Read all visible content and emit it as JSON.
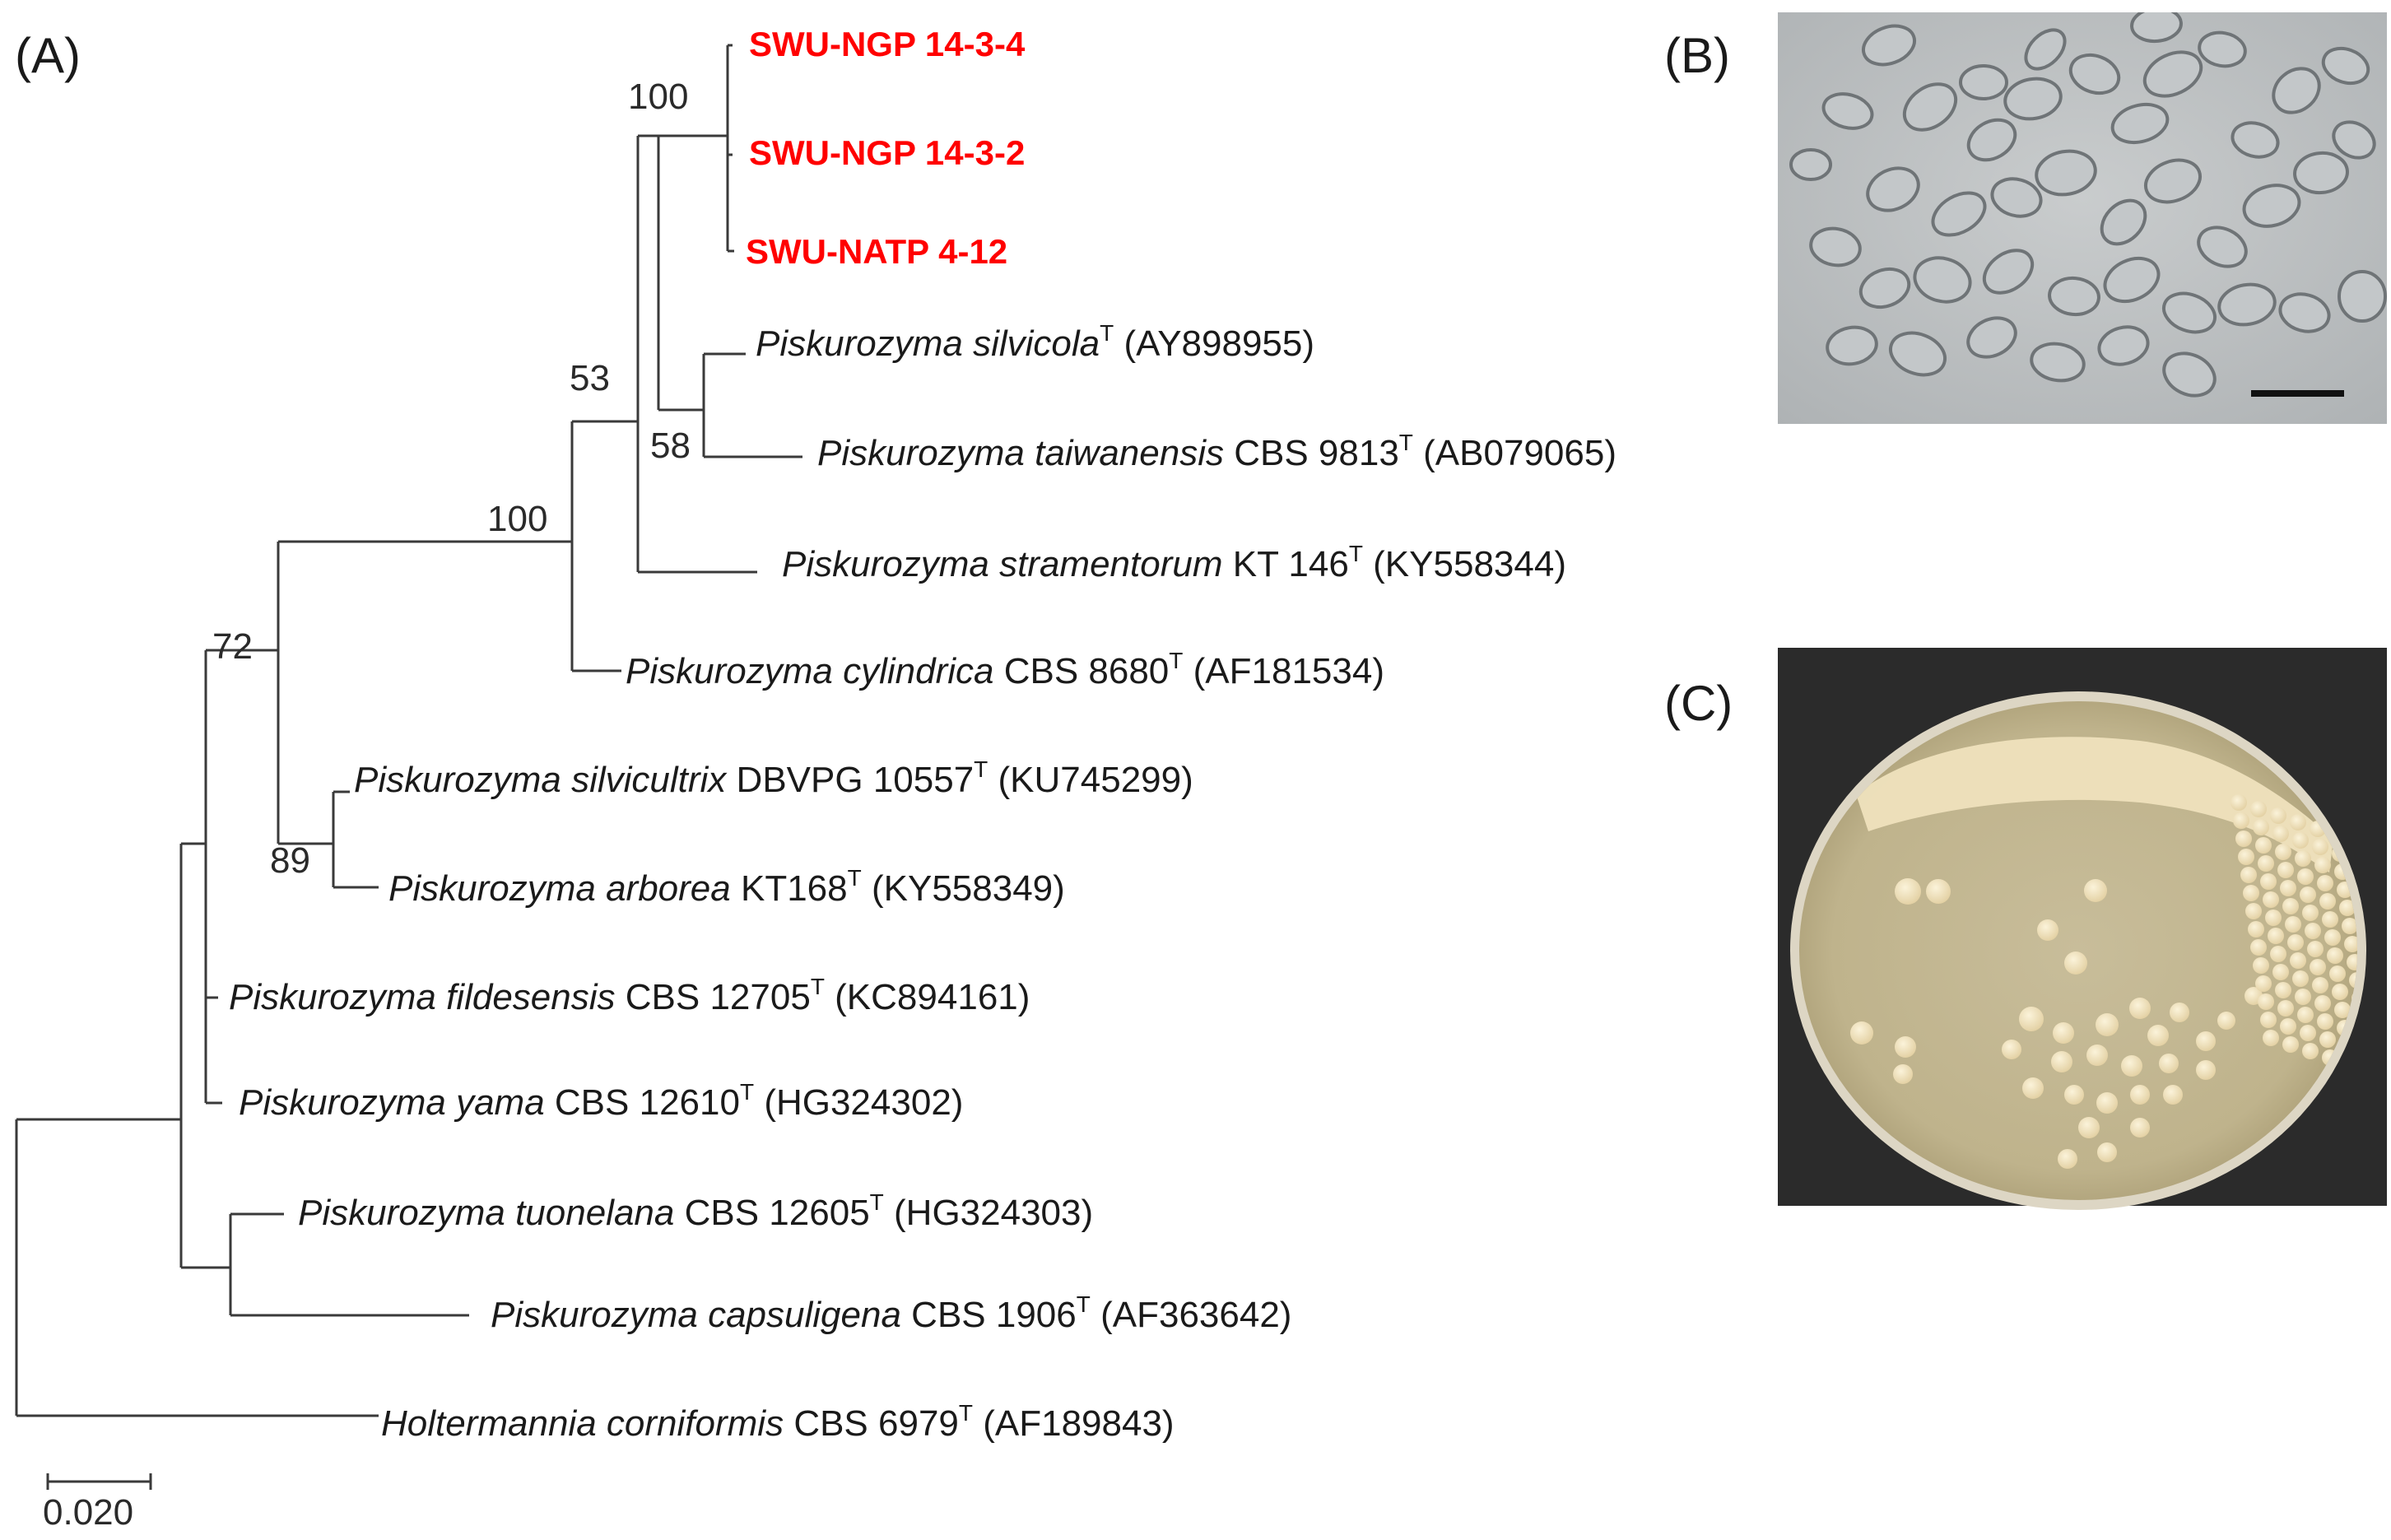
{
  "panels": {
    "a_label": "(A)",
    "b_label": "(B)",
    "c_label": "(C)"
  },
  "tree": {
    "taxa": [
      {
        "id": "t1",
        "strain": "SWU-NGP 14-3-4",
        "highlight": true
      },
      {
        "id": "t2",
        "strain": "SWU-NGP 14-3-2",
        "highlight": true
      },
      {
        "id": "t3",
        "strain": "SWU-NATP 4-12",
        "highlight": true
      },
      {
        "id": "t4",
        "genus": "Piskurozyma",
        "species": "silvicola",
        "strain": "",
        "accession": "(AY898955)"
      },
      {
        "id": "t5",
        "genus": "Piskurozyma",
        "species": "taiwanensis",
        "strain": "CBS 9813",
        "accession": "(AB079065)"
      },
      {
        "id": "t6",
        "genus": "Piskurozyma",
        "species": "stramentorum",
        "strain": "KT 146",
        "accession": "(KY558344)"
      },
      {
        "id": "t7",
        "genus": "Piskurozyma",
        "species": "cylindrica",
        "strain": "CBS 8680",
        "accession": "(AF181534)"
      },
      {
        "id": "t8",
        "genus": "Piskurozyma",
        "species": "silvicultrix",
        "strain": "DBVPG 10557",
        "accession": "(KU745299)"
      },
      {
        "id": "t9",
        "genus": "Piskurozyma",
        "species": "arborea",
        "strain": "KT168",
        "accession": "(KY558349)"
      },
      {
        "id": "t10",
        "genus": "Piskurozyma",
        "species": "fildesensis",
        "strain": "CBS 12705",
        "accession": "(KC894161)"
      },
      {
        "id": "t11",
        "genus": "Piskurozyma",
        "species": "yama",
        "strain": "CBS 12610",
        "accession": "(HG324302)"
      },
      {
        "id": "t12",
        "genus": "Piskurozyma",
        "species": "tuonelana",
        "strain": "CBS 12605",
        "accession": "(HG324303)"
      },
      {
        "id": "t13",
        "genus": "Piskurozyma",
        "species": "capsuligena",
        "strain": "CBS 1906",
        "accession": "(AF363642)"
      },
      {
        "id": "t14",
        "genus": "Holtermannia",
        "species": "corniformis",
        "strain": "CBS 6979",
        "accession": "(AF189843)"
      }
    ],
    "type_marker": "T",
    "bootstrap": [
      {
        "node": "n_swu",
        "value": "100"
      },
      {
        "node": "n_53",
        "value": "53"
      },
      {
        "node": "n_58",
        "value": "58"
      },
      {
        "node": "n_100b",
        "value": "100"
      },
      {
        "node": "n_72",
        "value": "72"
      },
      {
        "node": "n_89",
        "value": "89"
      }
    ],
    "scale_bar": {
      "value": "0.020",
      "length": 0.02
    }
  },
  "colors": {
    "highlight": "#ff0000",
    "branch": "#3a3a3a",
    "text": "#1a1a1a"
  }
}
